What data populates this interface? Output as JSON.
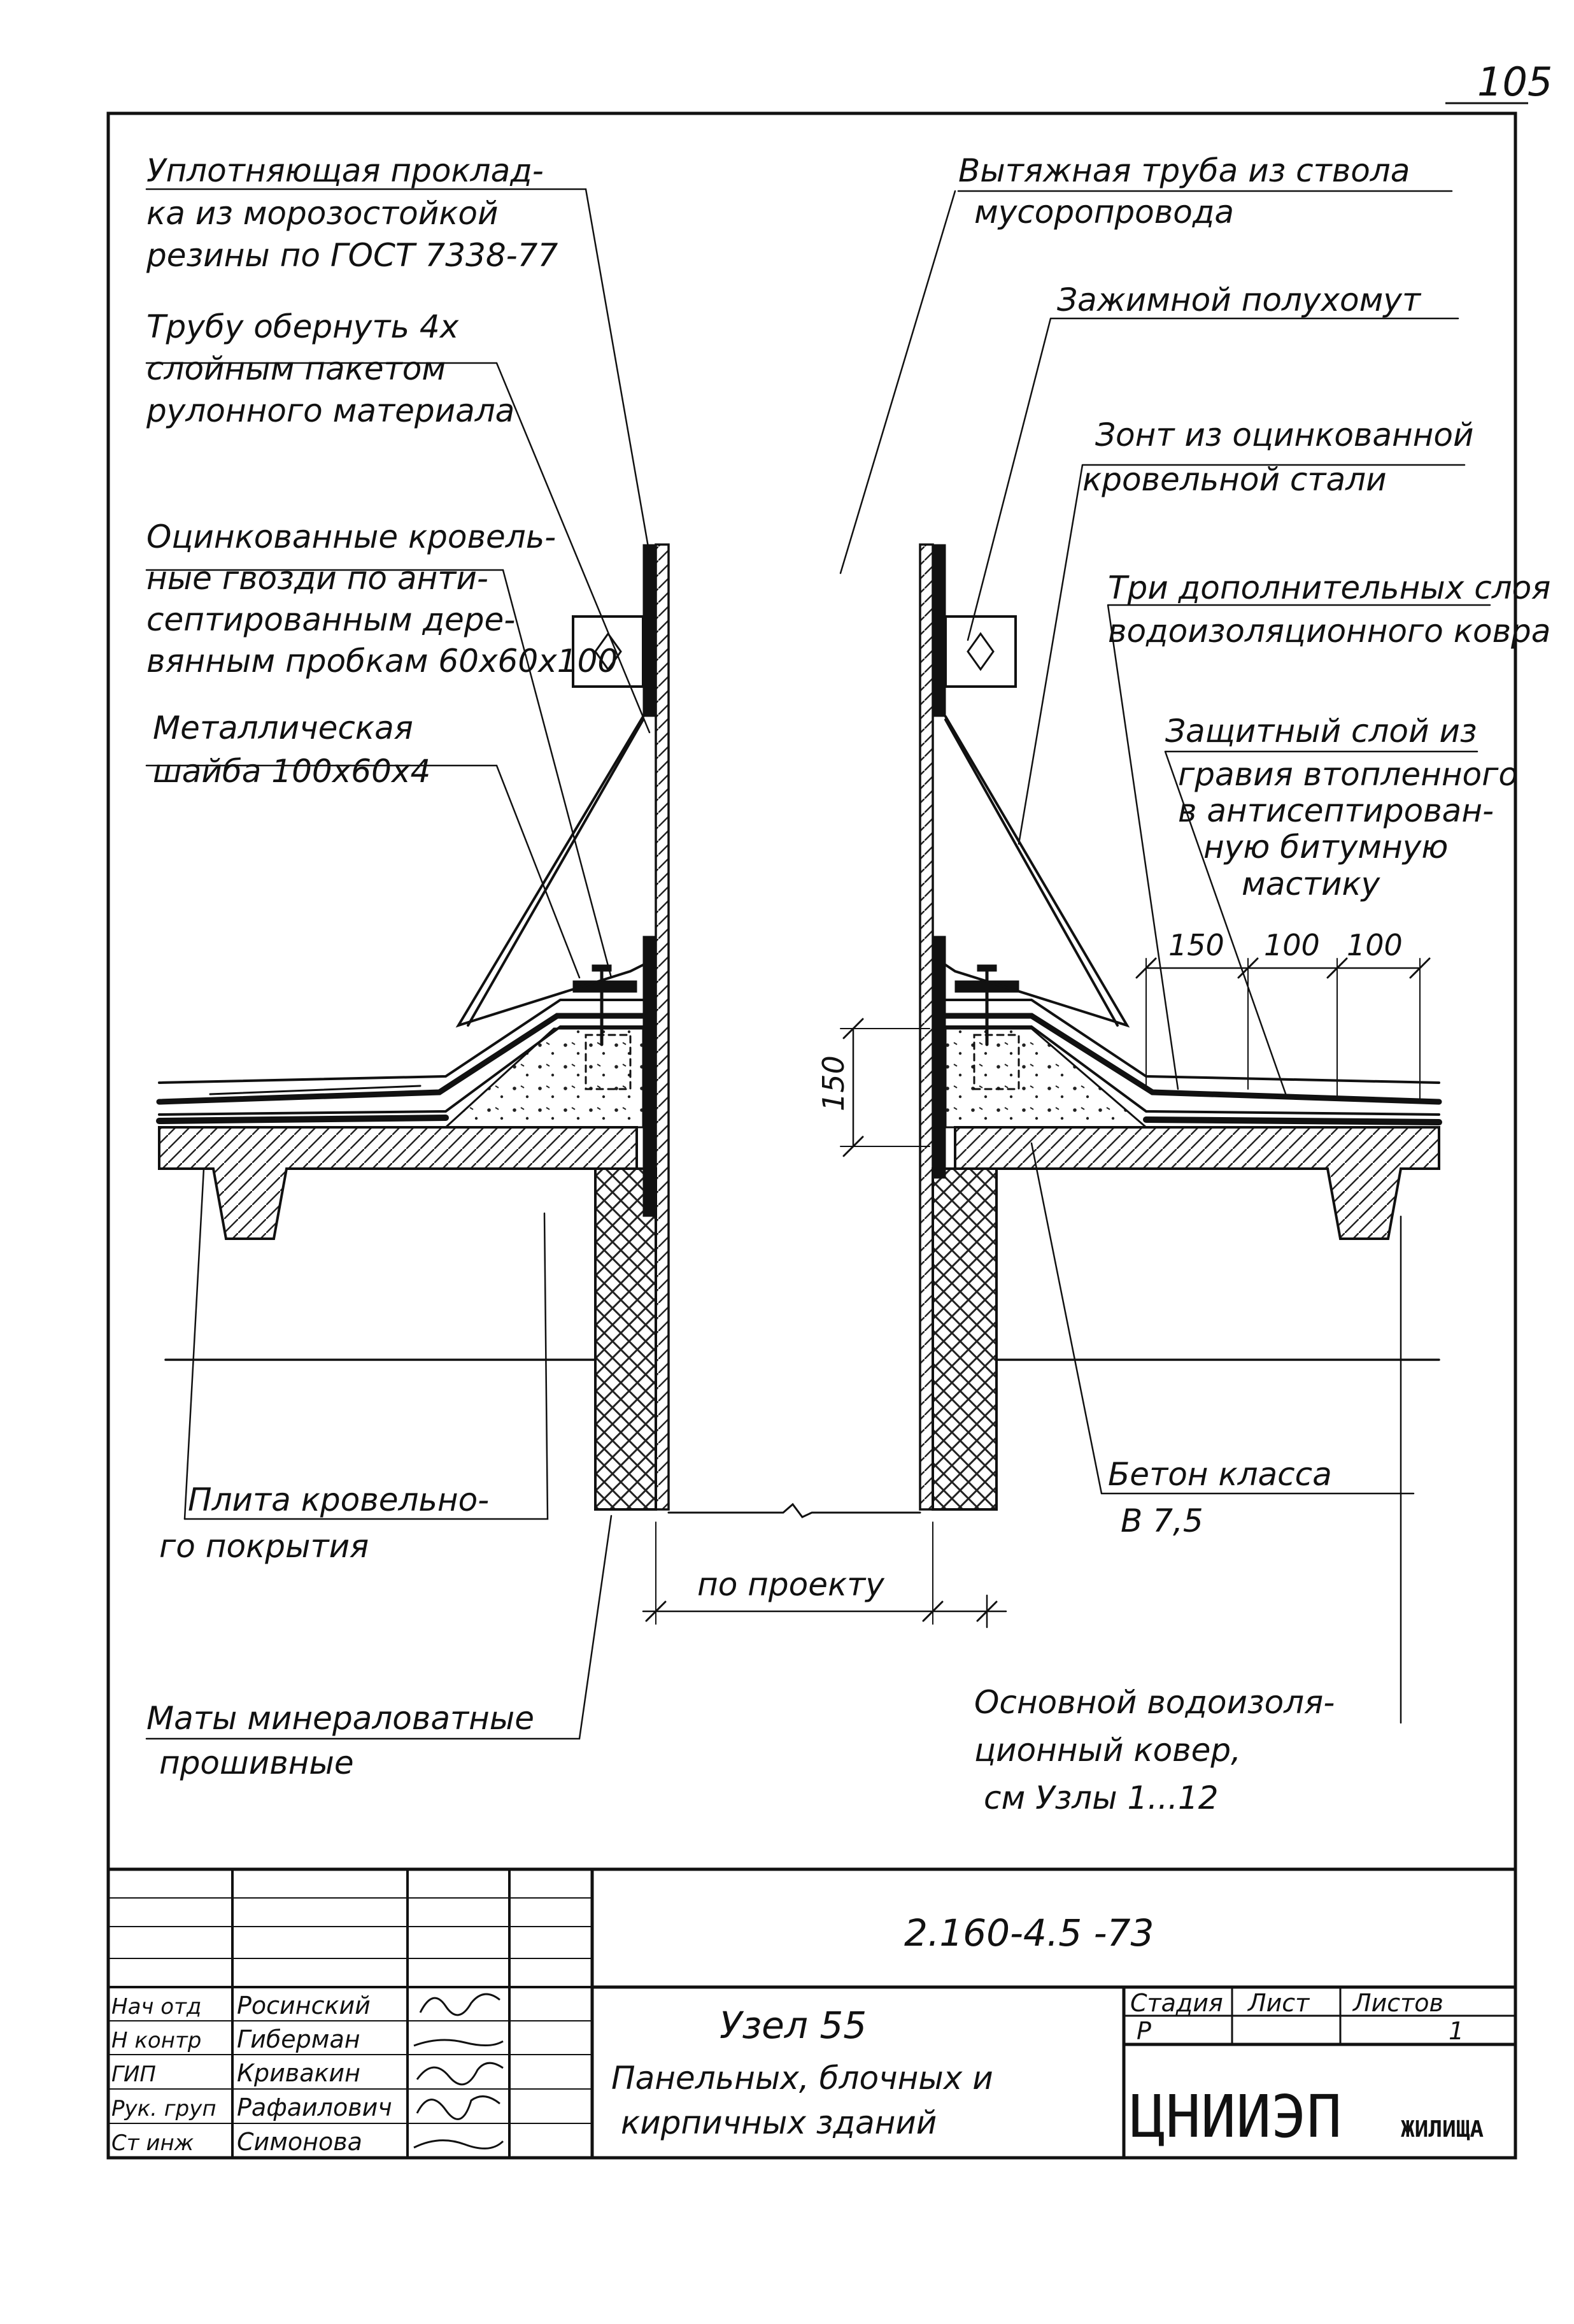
{
  "page_number": "105",
  "labels": {
    "gasket": [
      "Уплотняющая проклад-",
      "ка из морозостойкой",
      "резины по ГОСТ 7338-77"
    ],
    "wrap": [
      "Трубу обернуть 4х",
      "слойным пакетом",
      "рулонного материала"
    ],
    "nails": [
      "Оцинкованные кровель-",
      "ные гвозди по анти-",
      "септированным дере-",
      "вянным пробкам 60х60х100"
    ],
    "washer": [
      "Металлическая",
      "шайба 100х60х4"
    ],
    "pipe": [
      "Вытяжная труба из ствола",
      "мусоропровода"
    ],
    "clamp": [
      "Зажимной полухомут"
    ],
    "umbrella": [
      "Зонт из оцинкованной",
      "кровельной стали"
    ],
    "extra_layers": [
      "Три дополнительных слоя",
      "водоизоляционного ковра"
    ],
    "protective": [
      "Защитный слой из",
      "гравия втопленного",
      "в антисептирован-",
      "ную битумную",
      "мастику"
    ],
    "slab": [
      "Плита кровельно-",
      "го покрытия"
    ],
    "concrete": [
      "Бетон класса",
      "В 7,5"
    ],
    "mats": [
      "Маты минераловатные",
      "прошивные"
    ],
    "main_carpet": [
      "Основной водоизоля-",
      "ционный ковер,",
      "см Узлы 1...12"
    ]
  },
  "dimensions": {
    "d150_top": "150",
    "d100_a": "100",
    "d100_b": "100",
    "d150_vertical": "150",
    "by_project": "по проекту"
  },
  "title_block": {
    "code": "2.160-4.5 -73",
    "title_line1": "Узел 55",
    "title_line2": "Панельных, блочных и",
    "title_line3": "кирпичных зданий",
    "stage_header": "Стадия",
    "sheet_header": "Лист",
    "sheets_header": "Листов",
    "stage_value": "Р",
    "sheet_value": "",
    "sheets_value": "1",
    "org_main": "ЦНИИЭП",
    "org_sub": "ЖИЛИЩА",
    "roles": [
      "Нач отд",
      "Н контр",
      "ГИП",
      "Рук. груп",
      "Ст инж"
    ],
    "names": [
      "Росинский",
      "Гиберман",
      "Кривакин",
      "Рафаилович",
      "Симонова"
    ]
  }
}
